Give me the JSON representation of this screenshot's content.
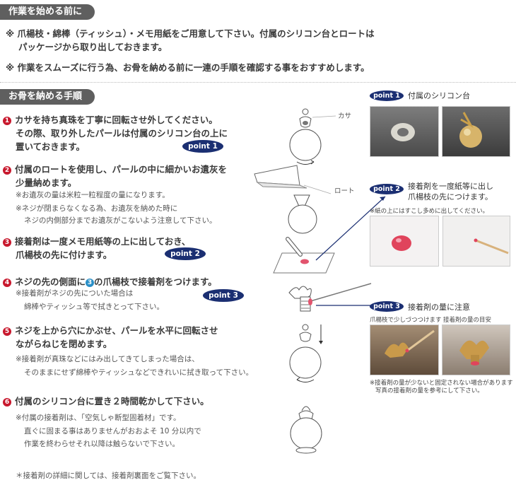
{
  "section1": {
    "title": "作業を始める前に",
    "note1_line1": "※ 爪楊枝・綿棒（ティッシュ）・メモ用紙をご用意して下さい。付属のシリコン台とロートは",
    "note1_line2": "パッケージから取り出しておきます。",
    "note2": "※ 作業をスムーズに行う為、お骨を納める前に一連の手順を確認する事をおすすめします。"
  },
  "section2": {
    "title": "お骨を納める手順"
  },
  "steps": [
    {
      "num": "1",
      "lines": [
        "カサを持ち真珠を丁寧に回転させ外してください。",
        "その際、取り外したパールは付属のシリコン台の上に",
        "置いておきます。"
      ],
      "notes": []
    },
    {
      "num": "2",
      "lines": [
        "付属のロートを使用し、パールの中に細かいお遺灰を",
        "少量納めます。"
      ],
      "notes": [
        "※お遺灰の量は米粒一粒程度の量になります。",
        "※ネジが閉まらなくなる為、お遺灰を納めた時に",
        "ネジの内側部分までお遺灰がこないよう注意して下さい。"
      ]
    },
    {
      "num": "3",
      "lines": [
        "接着剤は一度メモ用紙等の上に出しておき、",
        "爪楊枝の先に付けます。"
      ],
      "notes": []
    },
    {
      "num": "4",
      "line_pre": "ネジの先の側面に",
      "ref": "3",
      "line_post": "の爪楊枝で接着剤をつけます。",
      "notes": [
        "※接着剤がネジの先についた場合は",
        "綿棒やティッシュ等で拭きとって下さい。"
      ]
    },
    {
      "num": "5",
      "lines": [
        "ネジを上から穴にかぶせ、パールを水平に回転させ",
        "ながらねじを閉めます。"
      ],
      "notes": [
        "※接着剤が真珠などにはみ出してきてしまった場合は、",
        "そのままにせず綿棒やティッシュなどできれいに拭き取って下さい。"
      ]
    },
    {
      "num": "6",
      "lines": [
        "付属のシリコン台に置き２時間乾かして下さい。"
      ],
      "notes": [
        "※付属の接着剤は、「空気しゃ断型固着材」です。",
        "直ぐに固まる事はありませんがおおよそ 10 分以内で",
        "作業を終わらせそれ以降は触らないで下さい。"
      ]
    }
  ],
  "footer_note": "＊接着剤の詳細に関しては、接着剤裏面をご覧下さい。",
  "badges": {
    "p1": "point 1",
    "p2": "point 2",
    "p3": "point 3"
  },
  "diagram_labels": {
    "kasa": "カサ",
    "roto": "ロート"
  },
  "points": {
    "p1": {
      "badge": "point 1",
      "title": "付属のシリコン台"
    },
    "p2": {
      "badge": "point 2",
      "title_line1": "接着剤を一度紙等に出し",
      "title_line2": "爪楊枝の先につけます。",
      "caption": "※紙の上にはすこし多めに出してください。"
    },
    "p3": {
      "badge": "point 3",
      "title": "接着剤の量に注意",
      "cap_left": "爪楊枝で少しづつつけます",
      "cap_right": "接着剤の量の目安",
      "note_line1": "※接着剤の量が少ないと固定されない場合があります",
      "note_line2": "写真の接着剤の量を参考にして下さい。"
    }
  }
}
